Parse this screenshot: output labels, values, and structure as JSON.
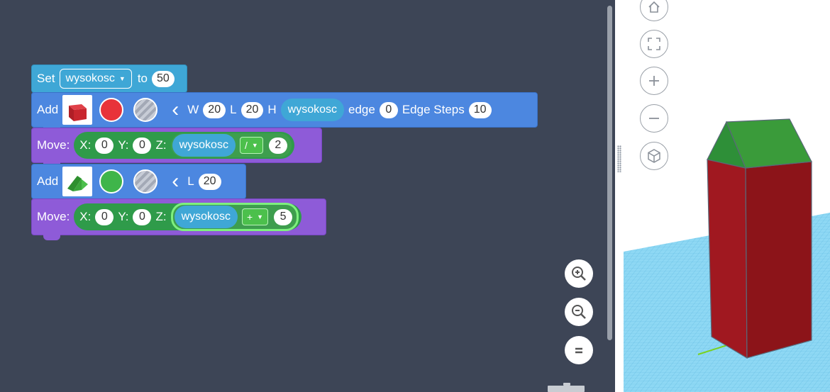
{
  "colors": {
    "workspace_bg": "#3d4556",
    "block_blue": "#4c87e0",
    "block_cyan": "#3fa7d6",
    "block_purple": "#8e5bd8",
    "math_green": "#2f9b4a",
    "swatch_red": "#e8333a",
    "swatch_green": "#3fb54a",
    "model_red": "#8c1419",
    "model_green": "#3a9b3a",
    "grid_blue": "#6fc9ec"
  },
  "blocks": {
    "set": {
      "keyword": "Set",
      "variable": "wysokosc",
      "to_label": "to",
      "value": "50"
    },
    "add_box": {
      "keyword": "Add",
      "shape_icon": "red-box-icon",
      "color_icon": "red-swatch-icon",
      "material_icon": "striped-swatch-icon",
      "w_label": "W",
      "w_value": "20",
      "l_label": "L",
      "l_value": "20",
      "h_label": "H",
      "h_value": "wysokosc",
      "edge_label": "edge",
      "edge_value": "0",
      "steps_label": "Edge Steps",
      "steps_value": "10"
    },
    "move1": {
      "keyword": "Move:",
      "x_label": "X:",
      "x_value": "0",
      "y_label": "Y:",
      "y_value": "0",
      "z_label": "Z:",
      "z_var": "wysokosc",
      "z_op": "/",
      "z_num": "2"
    },
    "add_roof": {
      "keyword": "Add",
      "shape_icon": "green-roof-icon",
      "color_icon": "green-swatch-icon",
      "material_icon": "striped-swatch-icon",
      "l_label": "L",
      "l_value": "20"
    },
    "move2": {
      "keyword": "Move:",
      "x_label": "X:",
      "x_value": "0",
      "y_label": "Y:",
      "y_value": "0",
      "z_label": "Z:",
      "z_var": "wysokosc",
      "z_op": "+",
      "z_num": "5"
    }
  },
  "workspace_controls": [
    "zoom-in-icon",
    "zoom-out-icon",
    "reset-zoom-icon"
  ],
  "view_controls": [
    "home-icon",
    "fit-view-icon",
    "zoom-in-icon",
    "zoom-out-icon",
    "view-cube-icon"
  ]
}
